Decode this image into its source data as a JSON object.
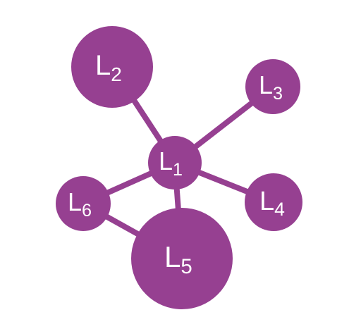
{
  "colors": {
    "node_fill": "#964091",
    "edge_stroke": "#964091",
    "label_text": "#ffffff",
    "background": "#ffffff"
  },
  "nodes": [
    {
      "id": "L1",
      "letter": "L",
      "subscript": "1"
    },
    {
      "id": "L2",
      "letter": "L",
      "subscript": "2"
    },
    {
      "id": "L3",
      "letter": "L",
      "subscript": "3"
    },
    {
      "id": "L4",
      "letter": "L",
      "subscript": "4"
    },
    {
      "id": "L5",
      "letter": "L",
      "subscript": "5"
    },
    {
      "id": "L6",
      "letter": "L",
      "subscript": "6"
    }
  ],
  "edges": [
    {
      "from": "L1",
      "to": "L2"
    },
    {
      "from": "L1",
      "to": "L3"
    },
    {
      "from": "L1",
      "to": "L4"
    },
    {
      "from": "L1",
      "to": "L5"
    },
    {
      "from": "L1",
      "to": "L6"
    },
    {
      "from": "L6",
      "to": "L5"
    }
  ]
}
